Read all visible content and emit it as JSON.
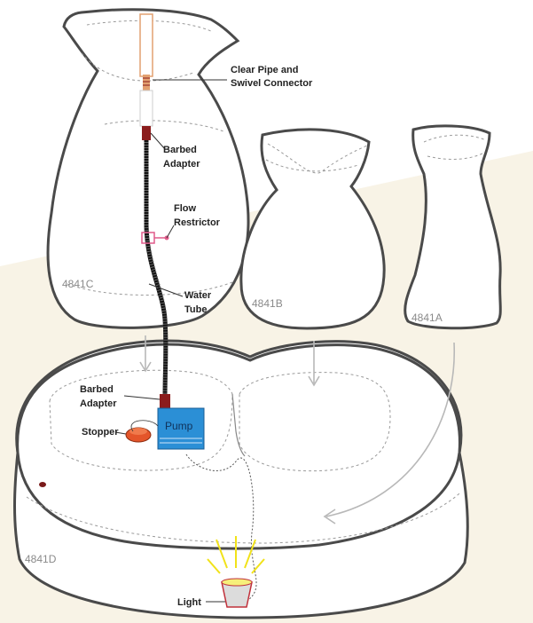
{
  "diagram": {
    "labels": {
      "clear_pipe": [
        "Clear Pipe and",
        "Swivel Connector"
      ],
      "barbed_adapter_top": [
        "Barbed",
        "Adapter"
      ],
      "flow_restrictor": [
        "Flow",
        "Restrictor"
      ],
      "water_tube": [
        "Water",
        "Tube"
      ],
      "barbed_adapter_bottom": [
        "Barbed",
        "Adapter"
      ],
      "stopper": "Stopper",
      "pump": "Pump",
      "light": "Light"
    },
    "part_codes": {
      "vase_large": "4841C",
      "vase_medium": "4841B",
      "vase_small": "4841A",
      "basin": "4841D"
    },
    "colors": {
      "background_tint": "#f8f3e6",
      "outline": "#4a4a4a",
      "pipe": "#e2a070",
      "adapter": "#8b1c1c",
      "tube": "#111111",
      "restrictor": "#e05a8a",
      "pump": "#2b8fd6",
      "stopper": "#e4552a",
      "light_rays": "#f1e21a",
      "arrow": "#b8b8b8"
    }
  }
}
